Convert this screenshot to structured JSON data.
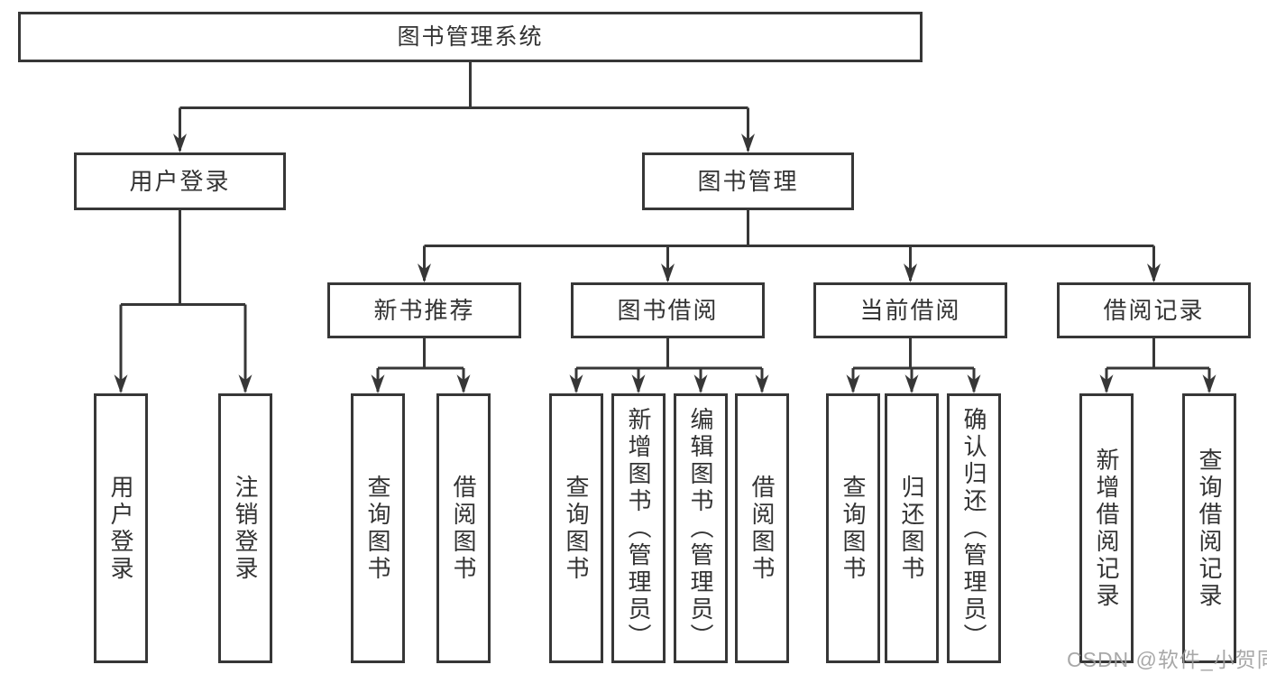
{
  "tree": {
    "label": "图书管理系统",
    "children": [
      {
        "label": "用户登录",
        "children": [
          {
            "label": "用户登录"
          },
          {
            "label": "注销登录"
          }
        ]
      },
      {
        "label": "图书管理",
        "children": [
          {
            "label": "新书推荐",
            "children": [
              {
                "label": "查询图书"
              },
              {
                "label": "借阅图书"
              }
            ]
          },
          {
            "label": "图书借阅",
            "children": [
              {
                "label": "查询图书"
              },
              {
                "label": "新增图书（管理员）"
              },
              {
                "label": "编辑图书（管理员）"
              },
              {
                "label": "借阅图书"
              }
            ]
          },
          {
            "label": "当前借阅",
            "children": [
              {
                "label": "查询图书"
              },
              {
                "label": "归还图书"
              },
              {
                "label": "确认归还（管理员）"
              }
            ]
          },
          {
            "label": "借阅记录",
            "children": [
              {
                "label": "新增借阅记录"
              },
              {
                "label": "查询借阅记录"
              }
            ]
          }
        ]
      }
    ]
  },
  "watermark": "CSDN @软件_小贺同学",
  "colors": {
    "line": "#373737",
    "text": "#333333",
    "box_fill": "#ffffff",
    "watermark": "#9e9e9e"
  }
}
